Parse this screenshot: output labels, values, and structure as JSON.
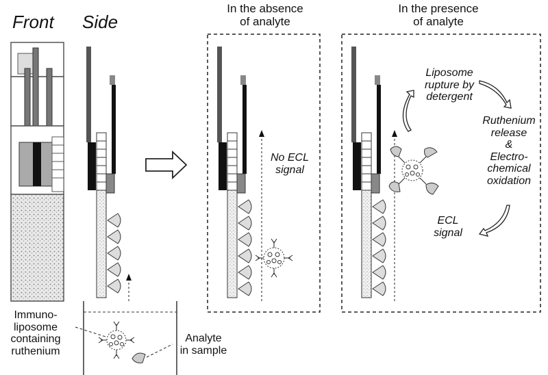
{
  "headings": {
    "front": "Front",
    "side": "Side"
  },
  "panels": {
    "absence_title": "In the absence\nof analyte",
    "presence_title": "In the presence\nof analyte"
  },
  "labels": {
    "no_ecl_signal": "No ECL\nsignal",
    "liposome_rupture": "Liposome\nrupture by\ndetergent",
    "ruthenium_release": "Ruthenium\nrelease\n&\nElectro-\nchemical\noxidation",
    "ecl_signal": "ECL\nsignal",
    "immunoliposome": "Immuno-\nliposome\ncontaining\nruthenium",
    "analyte_in_sample": "Analyte\nin sample"
  }
}
